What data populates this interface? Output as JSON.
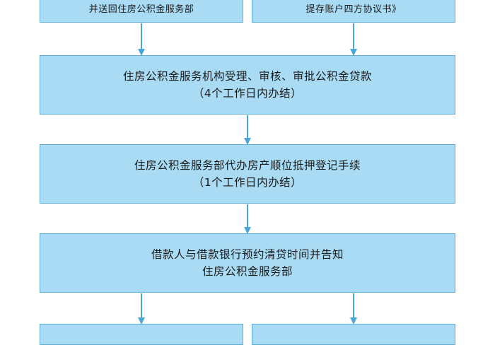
{
  "boxes": {
    "top_left": {
      "line1": "并送回住房公积金服务部"
    },
    "top_right": {
      "line1": "提存账户四方协议书》"
    },
    "step_approve": {
      "line1": "住房公积金服务机构受理、审核、审批公积金贷款",
      "line2": "（4个工作日内办结）"
    },
    "step_mortgage": {
      "line1": "住房公积金服务部代办房产顺位抵押登记手续",
      "line2": "（1个工作日内办结）"
    },
    "step_notify": {
      "line1": "借款人与借款银行预约清贷时间并告知",
      "line2": "住房公积金服务部"
    },
    "bottom_left": {
      "line1": ""
    },
    "bottom_right": {
      "line1": ""
    }
  },
  "colors": {
    "box_fill": "#a9dcf4",
    "box_border": "#5aaed7",
    "arrow": "#4aa6d6"
  }
}
